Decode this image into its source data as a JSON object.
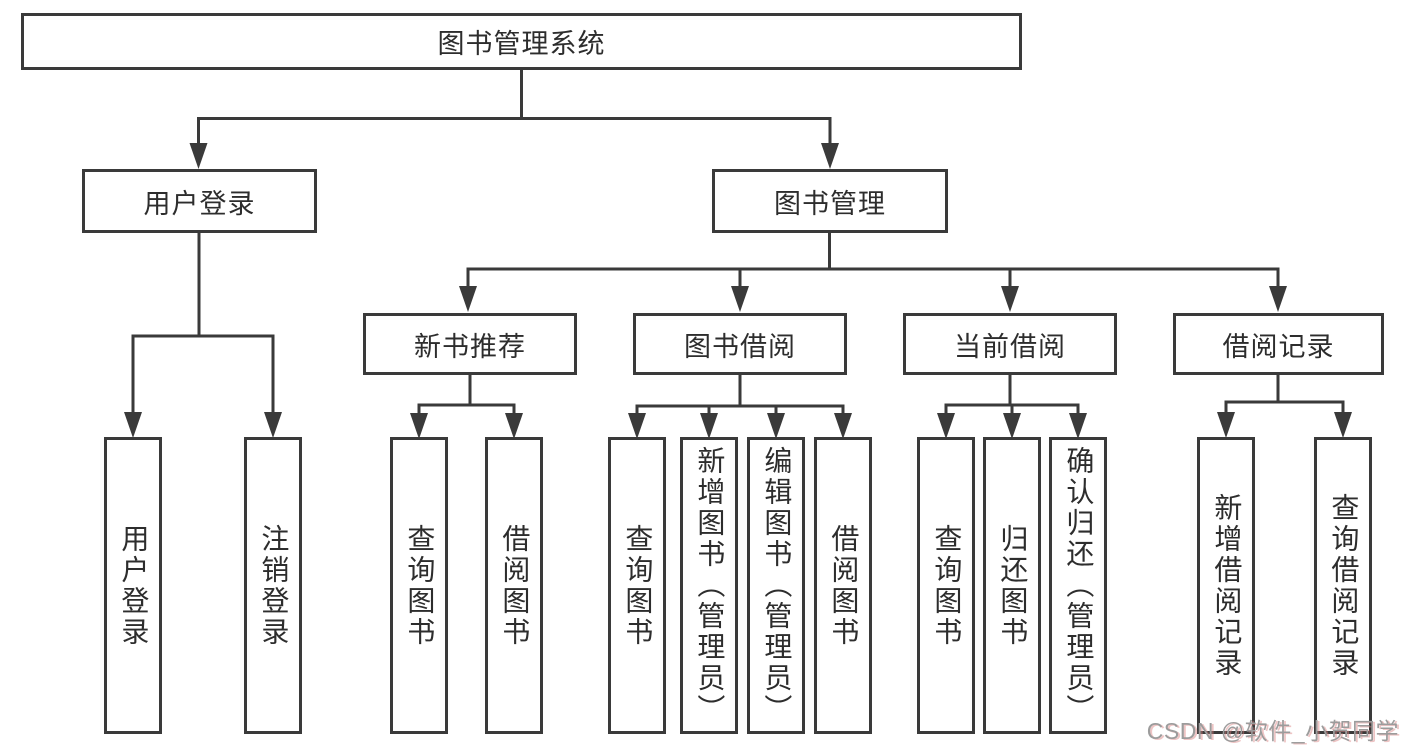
{
  "diagram": {
    "root": {
      "label": "图书管理系统"
    },
    "level2": [
      {
        "label": "用户登录"
      },
      {
        "label": "图书管理"
      }
    ],
    "level3": [
      {
        "label": "新书推荐",
        "parent": "图书管理"
      },
      {
        "label": "图书借阅",
        "parent": "图书管理"
      },
      {
        "label": "当前借阅",
        "parent": "图书管理"
      },
      {
        "label": "借阅记录",
        "parent": "图书管理"
      }
    ],
    "leaves": [
      {
        "label": "用户登录",
        "parent": "用户登录"
      },
      {
        "label": "注销登录",
        "parent": "用户登录"
      },
      {
        "label": "查询图书",
        "parent": "新书推荐"
      },
      {
        "label": "借阅图书",
        "parent": "新书推荐"
      },
      {
        "label": "查询图书",
        "parent": "图书借阅"
      },
      {
        "label": "新增图书（管理员）",
        "parent": "图书借阅"
      },
      {
        "label": "编辑图书（管理员）",
        "parent": "图书借阅"
      },
      {
        "label": "借阅图书",
        "parent": "图书借阅"
      },
      {
        "label": "查询图书",
        "parent": "当前借阅"
      },
      {
        "label": "归还图书",
        "parent": "当前借阅"
      },
      {
        "label": "确认归还（管理员）",
        "parent": "当前借阅"
      },
      {
        "label": "新增借阅记录",
        "parent": "借阅记录"
      },
      {
        "label": "查询借阅记录",
        "parent": "借阅记录"
      }
    ]
  },
  "watermark": {
    "text": "CSDN @软件_小贺同学"
  },
  "colors": {
    "line": "#3a3a3a",
    "text": "#2d2d2d",
    "box_background": "#ffffff",
    "page_background": "#ffffff",
    "watermark_gray": "#9c9c9c",
    "watermark_red_shadow": "#d97c7c"
  }
}
